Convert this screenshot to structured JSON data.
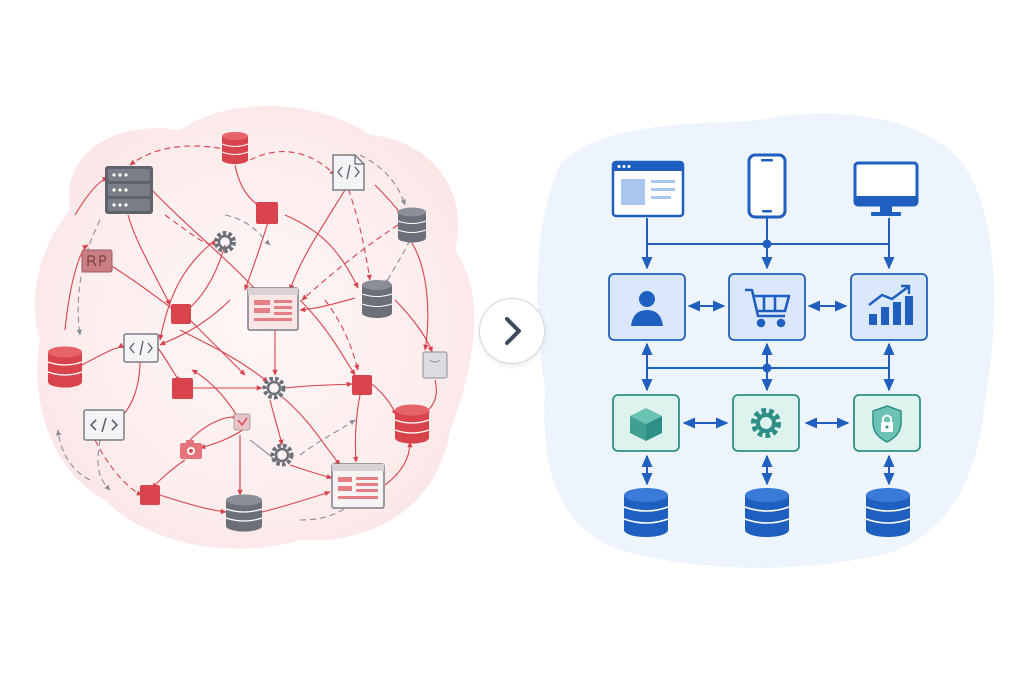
{
  "diagram": {
    "colors": {
      "chaos_primary": "#d9434b",
      "chaos_gray": "#6b6f78",
      "chaos_bg": "#fdeeee",
      "clean_blue": "#1f5fbf",
      "clean_blue_fill": "#dbe8fb",
      "clean_teal": "#2e8f86",
      "clean_teal_fill": "#dff3ee",
      "clean_bg": "#eef4fb"
    },
    "left_panel": {
      "nodes": [
        {
          "id": "server",
          "icon": "server-rack-icon",
          "color": "gray"
        },
        {
          "id": "db-top",
          "icon": "database-icon",
          "color": "red"
        },
        {
          "id": "code-file",
          "icon": "code-file-icon",
          "color": "gray"
        },
        {
          "id": "db-right-top",
          "icon": "database-icon",
          "color": "gray"
        },
        {
          "id": "rp-box",
          "icon": "script-icon",
          "color": "red"
        },
        {
          "id": "gear-top",
          "icon": "gear-icon",
          "color": "gray"
        },
        {
          "id": "square-top",
          "icon": "module-square-icon",
          "color": "red"
        },
        {
          "id": "browser-center",
          "icon": "browser-window-icon",
          "color": "red"
        },
        {
          "id": "db-mid-right",
          "icon": "database-icon",
          "color": "gray"
        },
        {
          "id": "db-left",
          "icon": "database-icon",
          "color": "red"
        },
        {
          "id": "code-mid",
          "icon": "code-icon",
          "color": "gray"
        },
        {
          "id": "square-left",
          "icon": "module-square-icon",
          "color": "red"
        },
        {
          "id": "square-mid",
          "icon": "module-square-icon",
          "color": "red"
        },
        {
          "id": "gear-center",
          "icon": "gear-icon",
          "color": "gray"
        },
        {
          "id": "square-right",
          "icon": "module-square-icon",
          "color": "red"
        },
        {
          "id": "cup",
          "icon": "cup-icon",
          "color": "gray"
        },
        {
          "id": "code-left",
          "icon": "code-icon",
          "color": "gray"
        },
        {
          "id": "check",
          "icon": "check-box-icon",
          "color": "gray"
        },
        {
          "id": "db-right",
          "icon": "database-icon",
          "color": "red"
        },
        {
          "id": "camera",
          "icon": "camera-icon",
          "color": "red"
        },
        {
          "id": "gear-bottom",
          "icon": "gear-icon",
          "color": "gray"
        },
        {
          "id": "square-bottom",
          "icon": "module-square-icon",
          "color": "red"
        },
        {
          "id": "db-bottom",
          "icon": "database-icon",
          "color": "gray"
        },
        {
          "id": "browser-bottom",
          "icon": "browser-window-icon",
          "color": "gray"
        }
      ]
    },
    "next_button": {
      "icon": "chevron-right-icon"
    },
    "right_panel": {
      "clients": [
        {
          "id": "web",
          "icon": "browser-window-icon"
        },
        {
          "id": "mobile",
          "icon": "mobile-phone-icon"
        },
        {
          "id": "desktop",
          "icon": "monitor-icon"
        }
      ],
      "services": [
        {
          "id": "user",
          "icon": "user-icon"
        },
        {
          "id": "cart",
          "icon": "shopping-cart-icon"
        },
        {
          "id": "analytics",
          "icon": "bar-chart-trend-icon"
        }
      ],
      "infrastructure": [
        {
          "id": "package",
          "icon": "cube-icon"
        },
        {
          "id": "config",
          "icon": "gear-icon"
        },
        {
          "id": "security",
          "icon": "shield-lock-icon"
        }
      ],
      "databases": [
        {
          "id": "db-1",
          "icon": "database-icon"
        },
        {
          "id": "db-2",
          "icon": "database-icon"
        },
        {
          "id": "db-3",
          "icon": "database-icon"
        }
      ]
    }
  }
}
